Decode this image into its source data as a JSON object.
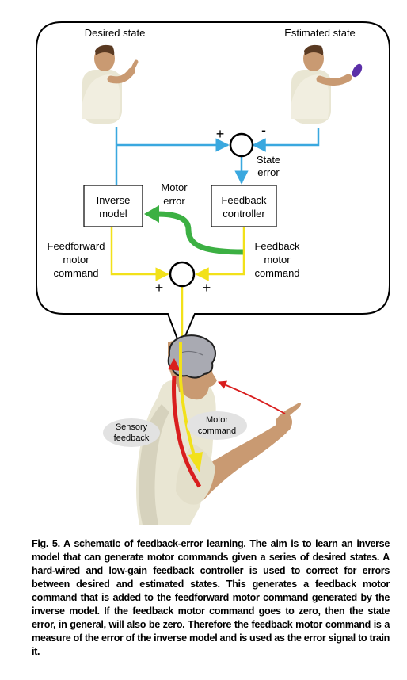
{
  "labels": {
    "desired_state": "Desired state",
    "estimated_state": "Estimated state",
    "plus_top": "+",
    "minus_top": "-",
    "state_error_1": "State",
    "state_error_2": "error",
    "motor_error_1": "Motor",
    "motor_error_2": "error",
    "inverse_model_1": "Inverse",
    "inverse_model_2": "model",
    "feedback_controller_1": "Feedback",
    "feedback_controller_2": "controller",
    "feedforward_1": "Feedforward",
    "feedforward_2": "motor",
    "feedforward_3": "command",
    "feedback_cmd_1": "Feedback",
    "feedback_cmd_2": "motor",
    "feedback_cmd_3": "command",
    "plus_left": "+",
    "plus_right": "+",
    "sensory_feedback_1": "Sensory",
    "sensory_feedback_2": "feedback",
    "motor_command_1": "Motor",
    "motor_command_2": "command"
  },
  "caption": "Fig. 5. A schematic of feedback-error learning. The aim is to learn an inverse model that can generate motor commands given a series of desired states. A hard-wired and low-gain feedback controller is used to correct for errors between desired and estimated states. This generates a feedback motor command that is added to the feedforward motor command generated by the inverse model. If the feedback motor command goes to zero, then the state error, in general, will also be zero. Therefore the feedback motor command is a measure of the error of the inverse model and is used as the error signal to train it.",
  "colors": {
    "blue_line": "#3aa8df",
    "yellow_line": "#f2e11a",
    "green_arrow": "#3cb043",
    "red_line": "#d91e1e",
    "brain": "#a9aab2",
    "ellipse_bg": "#e2e2e2"
  }
}
